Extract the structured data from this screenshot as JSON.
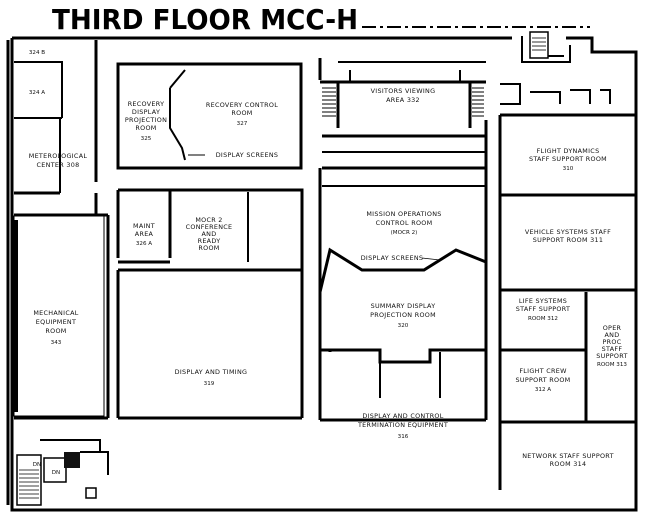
{
  "title": "THIRD FLOOR MCC-H",
  "rooms": {
    "r324b": {
      "name": "324 B"
    },
    "r324a": {
      "name": "324 A"
    },
    "meteorological": {
      "line1": "METEROLOGICAL",
      "line2": "CENTER 308"
    },
    "mechanical": {
      "line1": "MECHANICAL",
      "line2": "EQUIPMENT",
      "line3": "ROOM",
      "number": "343"
    },
    "recovery_display": {
      "line1": "RECOVERY",
      "line2": "DISPLAY",
      "line3": "PROJECTION",
      "line4": "ROOM",
      "number": "325"
    },
    "recovery_control": {
      "line1": "RECOVERY CONTROL",
      "line2": "ROOM",
      "number": "327"
    },
    "display_screens_upper": {
      "name": "DISPLAY SCREENS"
    },
    "visitors": {
      "line1": "VISITORS VIEWING",
      "line2": "AREA 332"
    },
    "flight_dynamics": {
      "line1": "FLIGHT DYNAMICS",
      "line2": "STAFF SUPPORT ROOM",
      "number": "310"
    },
    "maint": {
      "line1": "MAINT",
      "line2": "AREA",
      "number": "326 A"
    },
    "mocr2_conf": {
      "line1": "MOCR 2",
      "line2": "CONFERENCE",
      "line3": "AND",
      "line4": "READY",
      "line5": "ROOM"
    },
    "mission_ops": {
      "line1": "MISSION OPERATIONS",
      "line2": "CONTROL ROOM",
      "line3": "(MOCR 2)"
    },
    "vehicle_systems": {
      "line1": "VEHICLE SYSTEMS STAFF",
      "line2": "SUPPORT ROOM 311"
    },
    "display_screens_lower": {
      "name": "DISPLAY SCREENS"
    },
    "summary_display": {
      "line1": "SUMMARY DISPLAY",
      "line2": "PROJECTION ROOM",
      "number": "320"
    },
    "life_systems": {
      "line1": "LIFE SYSTEMS",
      "line2": "STAFF SUPPORT",
      "line3": "ROOM 312"
    },
    "oper_proc": {
      "line1": "OPER",
      "line2": "AND",
      "line3": "PROC",
      "line4": "STAFF",
      "line5": "SUPPORT",
      "line6": "ROOM 313"
    },
    "flight_crew": {
      "line1": "FLIGHT CREW",
      "line2": "SUPPORT ROOM",
      "number": "312 A"
    },
    "display_timing": {
      "name": "DISPLAY AND TIMING",
      "number": "319"
    },
    "display_control": {
      "line1": "DISPLAY AND CONTROL",
      "line2": "TERMINATION EQUIPMENT",
      "number": "316"
    },
    "network_staff": {
      "line1": "NETWORK STAFF SUPPORT",
      "line2": "ROOM 314"
    },
    "stair_dn1": {
      "name": "DN"
    },
    "stair_dn2": {
      "name": "DN"
    }
  },
  "colors": {
    "ink": "#000000",
    "paper": "#ffffff"
  }
}
